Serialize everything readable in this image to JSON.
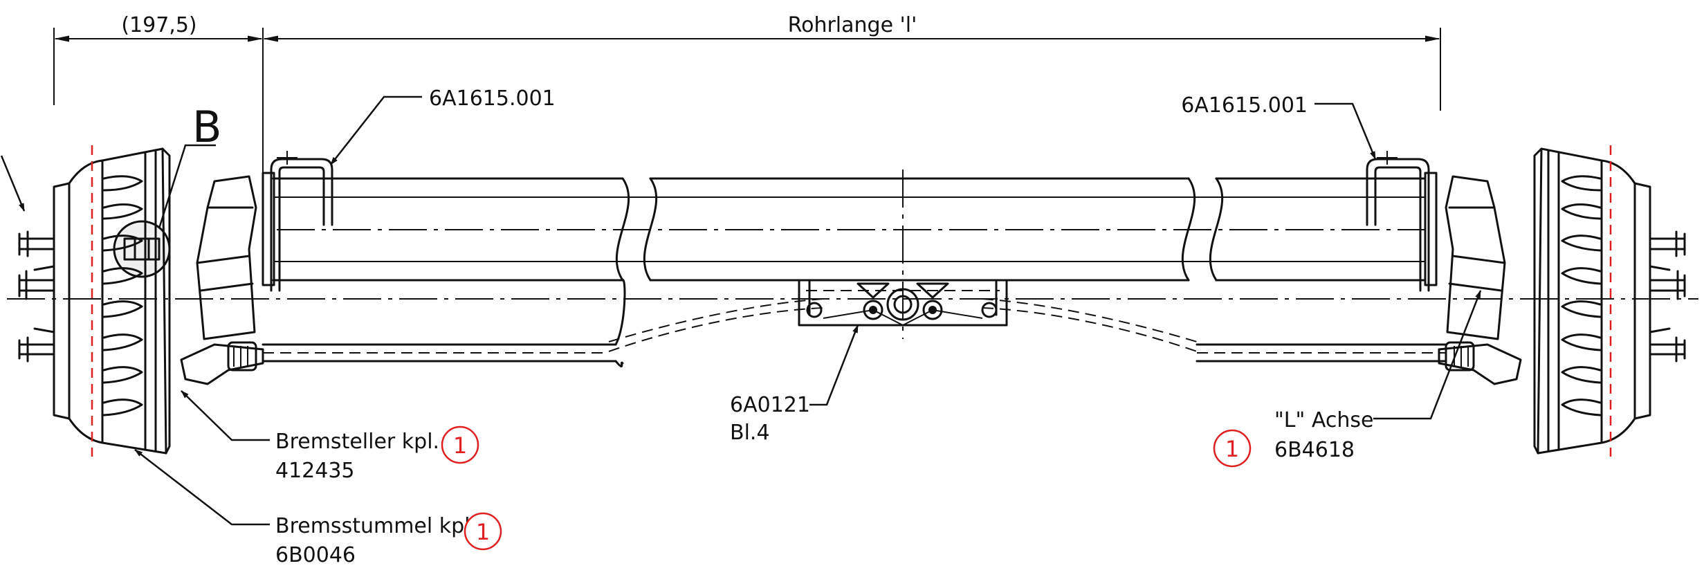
{
  "dimensions": {
    "hub_offset": "(197,5)",
    "tube_length": "Rohrlange 'l'"
  },
  "callouts": {
    "clamp_left": "6A1615.001",
    "clamp_right": "6A1615.001",
    "detail_view": "B",
    "bracket_part": "6A0121",
    "bracket_sheet": "Bl.4",
    "brake_actuator_label": "Bremsteller kpl.",
    "brake_actuator_number": "412435",
    "brake_stub_label": "Bremsstummel kpl.",
    "brake_stub_number": "6B0046",
    "axle_label": "\"L\" Achse",
    "axle_number": "6B4618"
  },
  "revision_marks": {
    "brake_actuator": "1",
    "brake_stub": "1",
    "axle": "1"
  },
  "colors": {
    "line": "#111111",
    "revision_red": "#e02020"
  }
}
